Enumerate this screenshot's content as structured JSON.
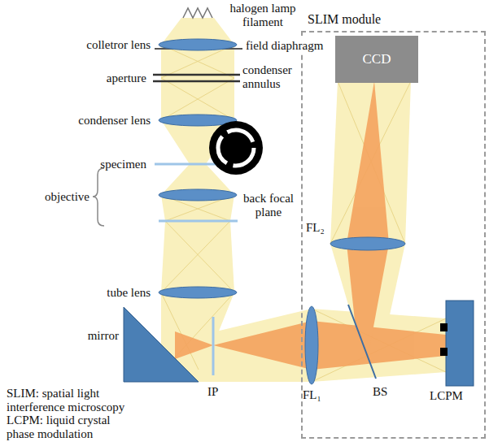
{
  "diagram": {
    "nodes": [
      {
        "text": [
          "SLIM module"
        ]
      },
      {
        "text": [
          "CCD"
        ],
        "in": 0
      }
    ],
    "labels": [
      "halogen lamp filament",
      "colletror lens",
      "field diaphragm",
      "aperture",
      "condenser annulus",
      "condenser lens",
      "specimen",
      "objective",
      "back focal plane",
      "tube lens",
      "mirror",
      "IP",
      "FL₁",
      "BS",
      "LCPM",
      "FL₂",
      "SLIM: spatial light interference microscopy",
      "LCPM: liquid crystal phase modulation"
    ]
  }
}
